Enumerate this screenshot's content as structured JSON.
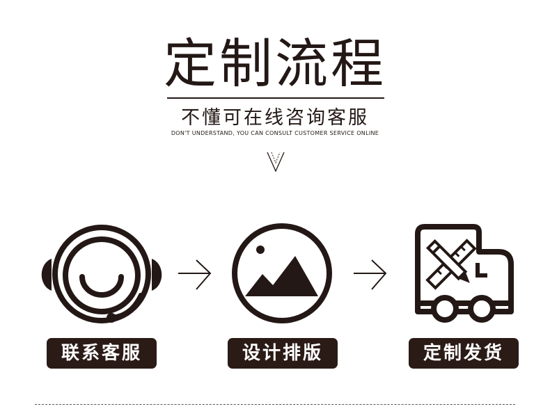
{
  "header": {
    "title": "定制流程",
    "subtitle": "不懂可在线咨询客服",
    "english": "DON'T UNDERSTAND, YOU CAN CONSULT CUSTOMER SERVICE ONLINE"
  },
  "steps": [
    {
      "label": "联系客服",
      "icon": "headset-icon"
    },
    {
      "label": "设计排版",
      "icon": "image-icon"
    },
    {
      "label": "定制发货",
      "icon": "delivery-truck-icon"
    }
  ],
  "colors": {
    "primary": "#231815",
    "label_background": "#2b1b17",
    "label_text": "#ffffff"
  }
}
